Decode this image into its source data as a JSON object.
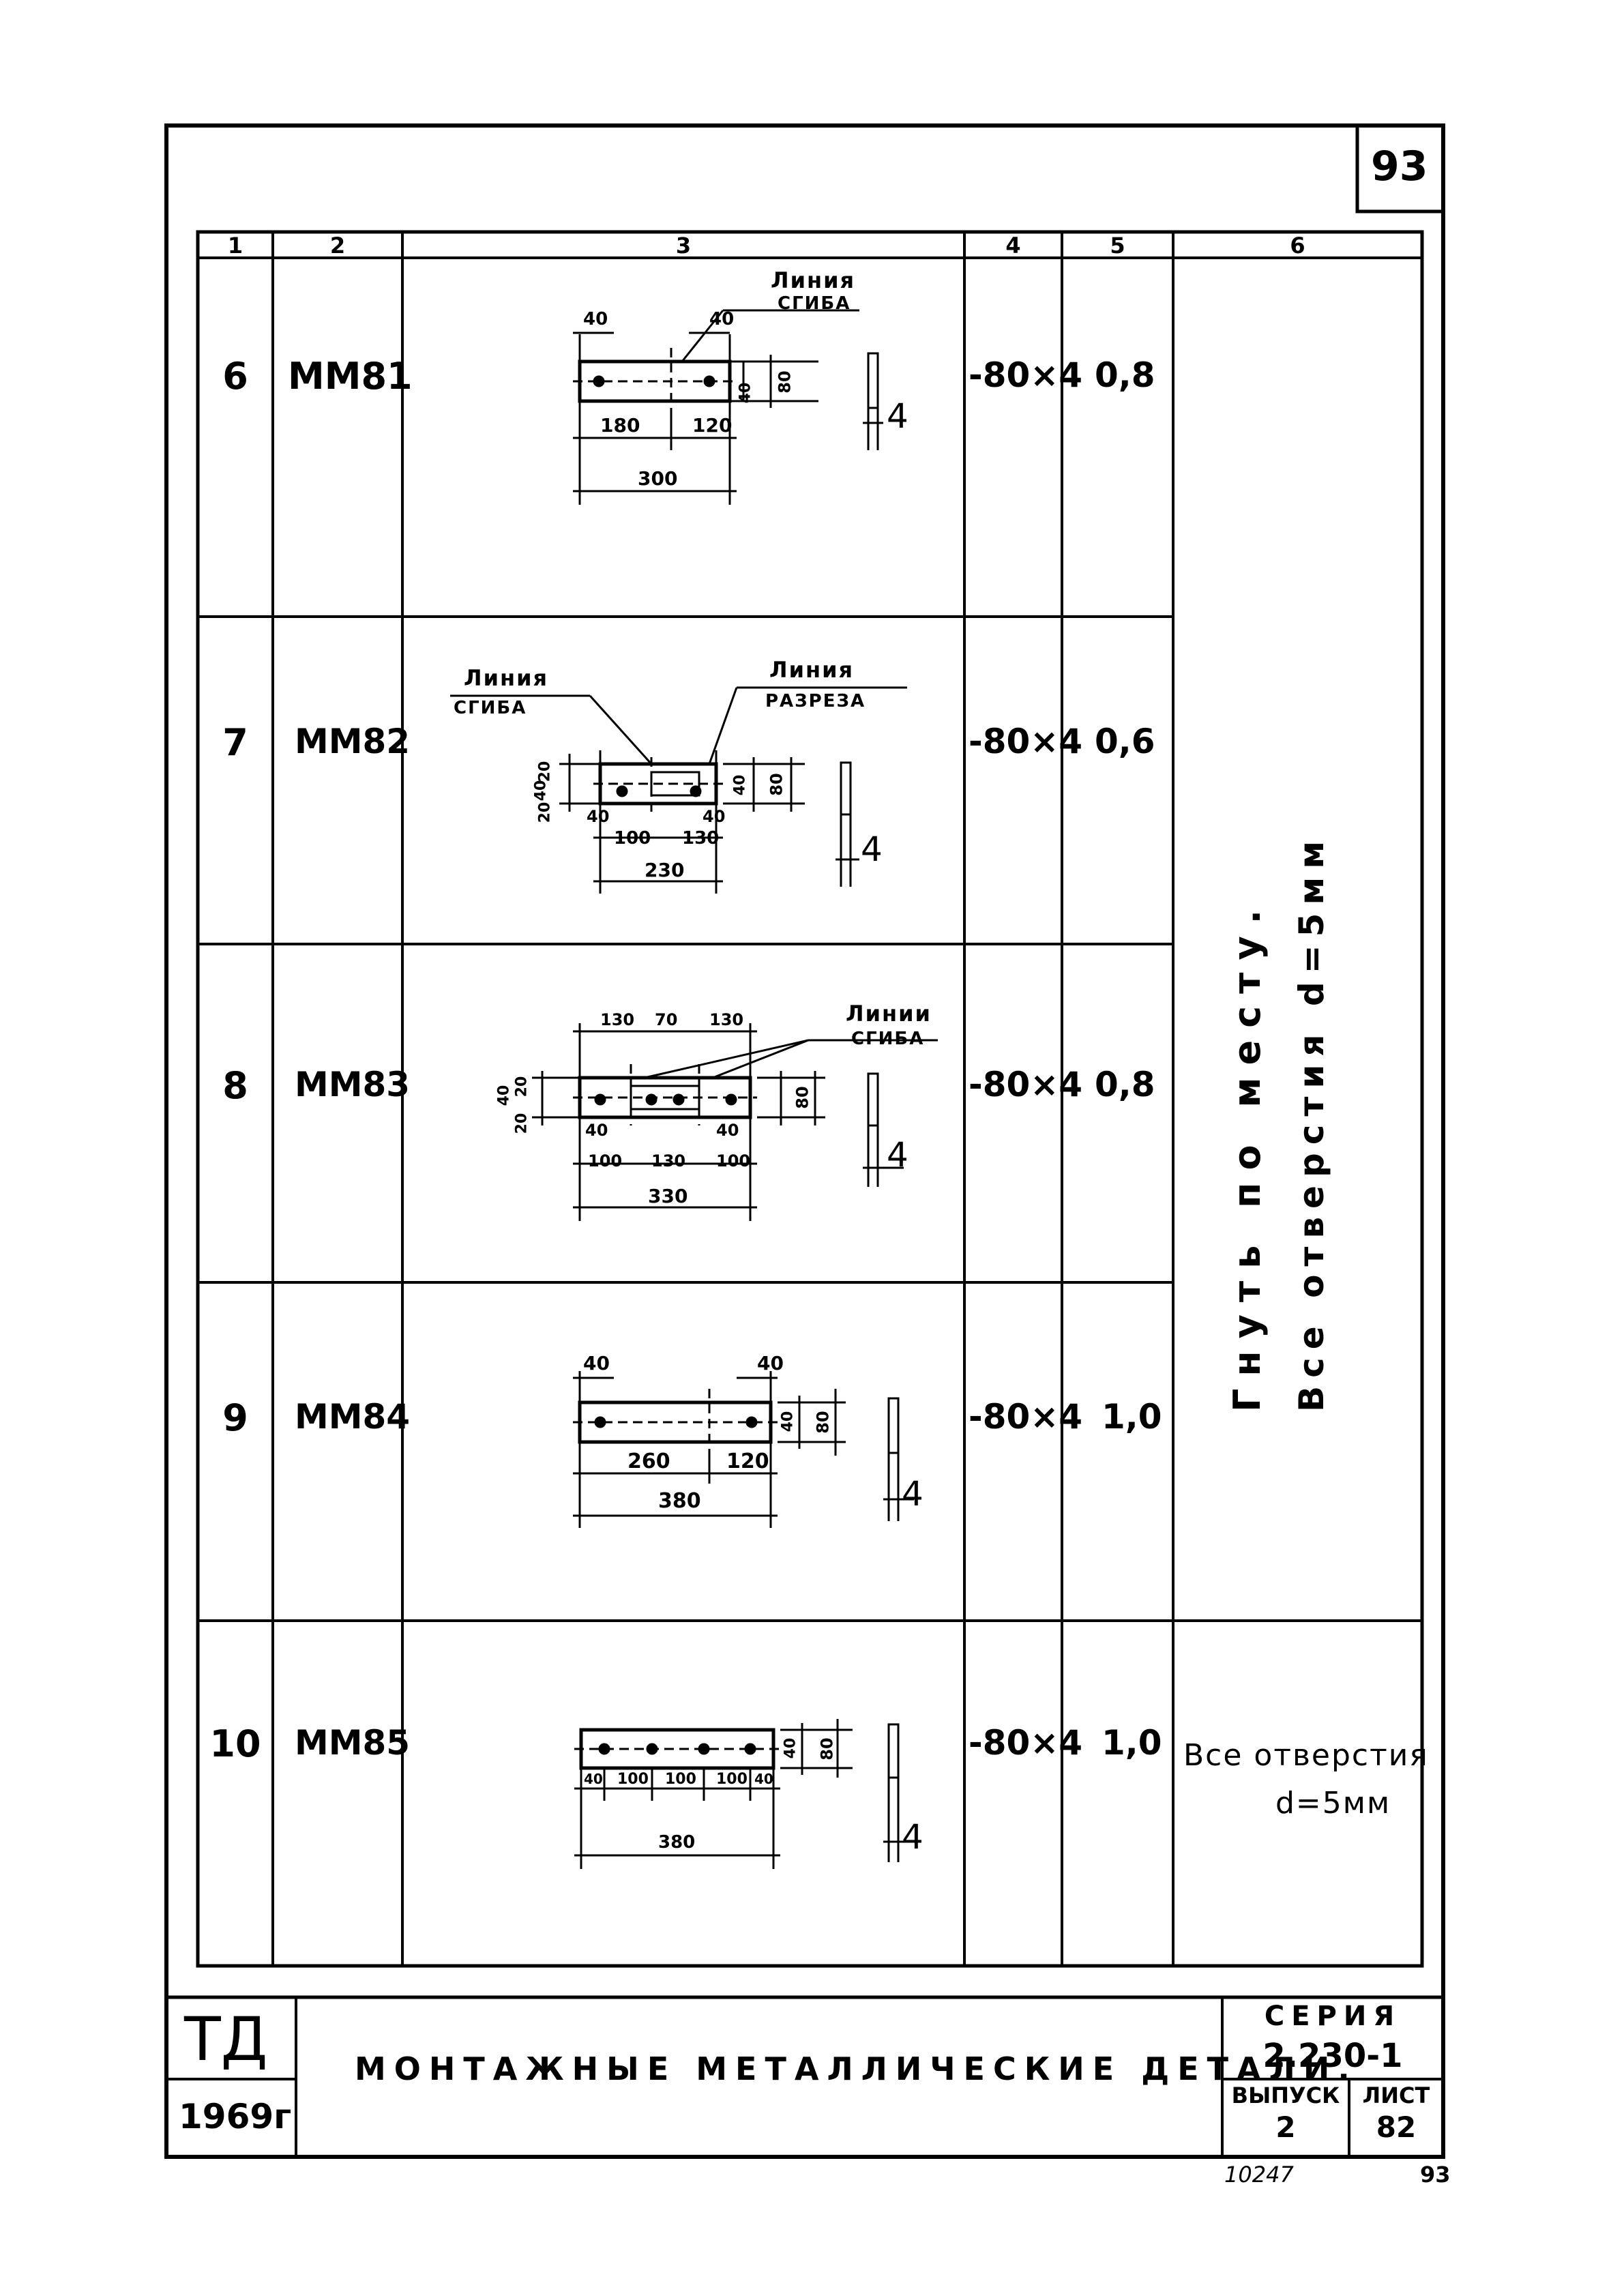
{
  "page_number": "93",
  "columns": [
    "1",
    "2",
    "3",
    "4",
    "5",
    "6"
  ],
  "rows": [
    {
      "num": "6",
      "mark": "ММ81",
      "section": "-80×4",
      "mass": "0,8",
      "drawing": {
        "callouts": [
          {
            "text": "Линия"
          },
          {
            "text": "сгиба"
          }
        ],
        "dims": [
          "40",
          "40",
          "180",
          "120",
          "300",
          "40",
          "80",
          "4"
        ]
      }
    },
    {
      "num": "7",
      "mark": "ММ82",
      "section": "-80×4",
      "mass": "0,6",
      "drawing": {
        "callouts": [
          {
            "text": "Линия"
          },
          {
            "text": "сгиба"
          },
          {
            "text": "Линия"
          },
          {
            "text": "разреза"
          }
        ],
        "dims": [
          "20",
          "40",
          "20",
          "40",
          "40",
          "100",
          "130",
          "230",
          "40",
          "80",
          "4"
        ]
      }
    },
    {
      "num": "8",
      "mark": "ММ83",
      "section": "-80×4",
      "mass": "0,8",
      "drawing": {
        "callouts": [
          {
            "text": "Линии"
          },
          {
            "text": "сгиба"
          }
        ],
        "dims": [
          "130",
          "70",
          "130",
          "20",
          "40",
          "20",
          "40",
          "40",
          "100",
          "130",
          "100",
          "330",
          "80",
          "4"
        ]
      }
    },
    {
      "num": "9",
      "mark": "ММ84",
      "section": "-80×4",
      "mass": "1,0",
      "drawing": {
        "callouts": [],
        "dims": [
          "40",
          "40",
          "260",
          "120",
          "380",
          "40",
          "80",
          "4"
        ]
      }
    },
    {
      "num": "10",
      "mark": "ММ85",
      "section": "-80×4",
      "mass": "1,0",
      "drawing": {
        "callouts": [],
        "dims": [
          "40",
          "100",
          "100",
          "100",
          "40",
          "380",
          "40",
          "80",
          "4"
        ]
      }
    }
  ],
  "note_vertical_1": "Гнуть по месту.",
  "note_vertical_2": "Все отверстия  d=5мм",
  "note_row10_line1": "Все отверстия",
  "note_row10_line2": "d=5мм",
  "title_block": {
    "org": "ТД",
    "year": "1969г",
    "title": "Монтажные металлические детали.",
    "series_label": "Серия",
    "series_value": "2.230-1",
    "issue_label": "Выпуск",
    "issue_value": "2",
    "sheet_label": "Лист",
    "sheet_value": "82"
  },
  "footer_code": "10247",
  "footer_page": "93"
}
